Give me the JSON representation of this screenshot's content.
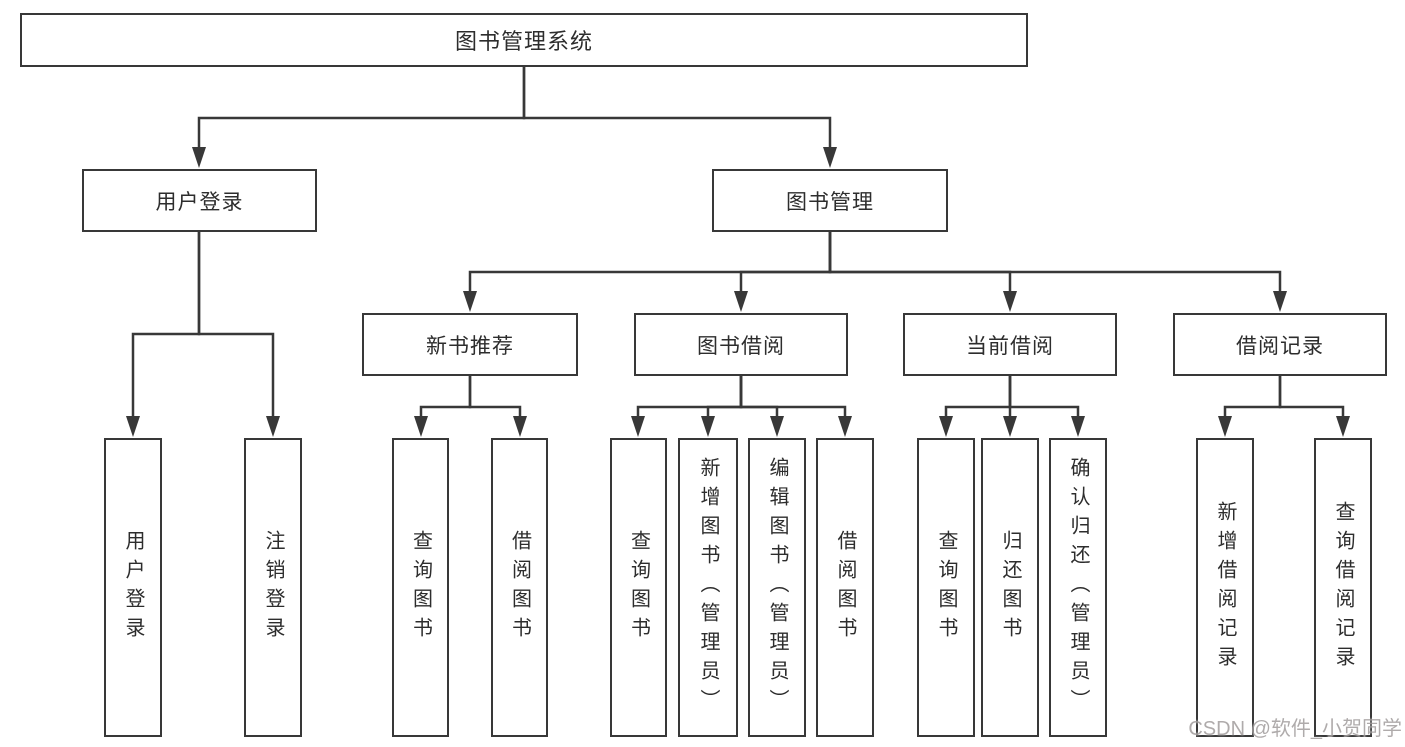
{
  "diagram": {
    "title": "图书管理系统",
    "nodes": {
      "root": {
        "label": "图书管理系统"
      },
      "user_login": {
        "label": "用户登录"
      },
      "book_mgmt": {
        "label": "图书管理"
      },
      "new_book_rec": {
        "label": "新书推荐"
      },
      "book_borrow": {
        "label": "图书借阅"
      },
      "current_borrow": {
        "label": "当前借阅"
      },
      "borrow_records": {
        "label": "借阅记录"
      },
      "leaf_user_login": {
        "label": "用户登录"
      },
      "leaf_logout": {
        "label": "注销登录"
      },
      "leaf_query_book_1": {
        "label": "查询图书"
      },
      "leaf_borrow_book_1": {
        "label": "借阅图书"
      },
      "leaf_query_book_2": {
        "label": "查询图书"
      },
      "leaf_add_book": {
        "label": "新增图书（管理员）"
      },
      "leaf_edit_book": {
        "label": "编辑图书（管理员）"
      },
      "leaf_borrow_book_2": {
        "label": "借阅图书"
      },
      "leaf_query_book_3": {
        "label": "查询图书"
      },
      "leaf_return_book": {
        "label": "归还图书"
      },
      "leaf_confirm_return": {
        "label": "确认归还（管理员）"
      },
      "leaf_add_borrow_record": {
        "label": "新增借阅记录"
      },
      "leaf_query_borrow_record": {
        "label": "查询借阅记录"
      }
    },
    "hierarchy": {
      "图书管理系统": {
        "用户登录": [
          "用户登录",
          "注销登录"
        ],
        "图书管理": {
          "新书推荐": [
            "查询图书",
            "借阅图书"
          ],
          "图书借阅": [
            "查询图书",
            "新增图书（管理员）",
            "编辑图书（管理员）",
            "借阅图书"
          ],
          "当前借阅": [
            "查询图书",
            "归还图书",
            "确认归还（管理员）"
          ],
          "借阅记录": [
            "新增借阅记录",
            "查询借阅记录"
          ]
        }
      }
    }
  },
  "watermark": {
    "text": "CSDN @软件_小贺同学"
  },
  "colors": {
    "line": "#383838",
    "text": "#2d2d2d",
    "background": "#ffffff",
    "watermark": "#9b9696"
  }
}
